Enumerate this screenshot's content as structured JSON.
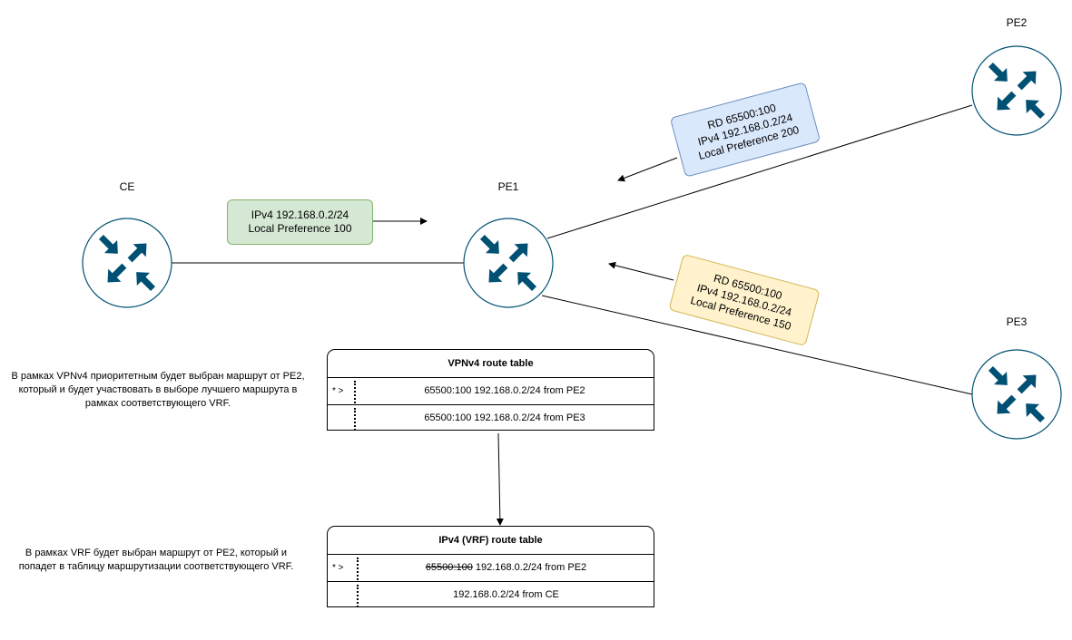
{
  "nodes": {
    "ce": {
      "label": "CE"
    },
    "pe1": {
      "label": "PE1"
    },
    "pe2": {
      "label": "PE2"
    },
    "pe3": {
      "label": "PE3"
    }
  },
  "messages": {
    "ce_to_pe1": {
      "line1": "IPv4 192.168.0.2/24",
      "line2": "Local Preference 100"
    },
    "pe2_to_pe1": {
      "line1": "RD 65500:100",
      "line2": "IPv4 192.168.0.2/24",
      "line3": "Local Preference 200"
    },
    "pe3_to_pe1": {
      "line1": "RD 65500:100",
      "line2": "IPv4 192.168.0.2/24",
      "line3": "Local Preference 150"
    }
  },
  "vpnv4_table": {
    "title": "VPNv4 route table",
    "rows": [
      {
        "mark": "* >",
        "route": "65500:100 192.168.0.2/24 from PE2"
      },
      {
        "mark": "",
        "route": "65500:100 192.168.0.2/24 from PE3"
      }
    ]
  },
  "vrf_table": {
    "title": "IPv4 (VRF) route table",
    "rows": [
      {
        "mark": "* >",
        "rd_struck": "65500:100",
        "route": " 192.168.0.2/24 from PE2"
      },
      {
        "mark": "",
        "route": "192.168.0.2/24 from CE"
      }
    ]
  },
  "notes": {
    "vpnv4": "В рамках VPNv4 приоритетным будет выбран маршрут от PE2, который и будет участвовать в выборе лучшего маршрута в рамках соответствующего VRF.",
    "vrf": "В рамках VRF  будет выбран маршрут от PE2, который и попадет в таблицу маршрутизации соответствующего VRF."
  },
  "colors": {
    "router": "#005073",
    "green_fill": "#d5e8d4",
    "green_stroke": "#82b366",
    "blue_fill": "#dae8fc",
    "blue_stroke": "#6c8ebf",
    "yellow_fill": "#fff2cc",
    "yellow_stroke": "#d6b656"
  },
  "icons": {
    "router": "router-icon"
  }
}
